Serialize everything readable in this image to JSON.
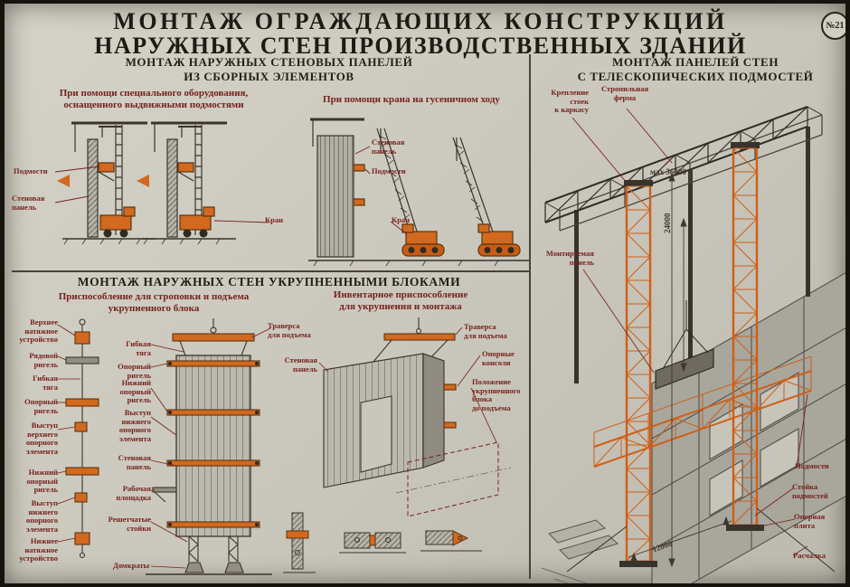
{
  "page": {
    "badge": "№21",
    "title_line1": "МОНТАЖ ОГРАЖДАЮЩИХ КОНСТРУКЦИЙ",
    "title_line2": "НАРУЖНЫХ СТЕН ПРОИЗВОДСТВЕННЫХ ЗДАНИЙ"
  },
  "colors": {
    "accent_orange": "#d2691e",
    "label_red": "#76221c",
    "panel_gray": "#a9a69c",
    "ink": "#3a342c"
  },
  "prefab": {
    "heading_line1": "МОНТАЖ НАРУЖНЫХ СТЕНОВЫХ ПАНЕЛЕЙ",
    "heading_line2": "ИЗ СБОРНЫХ ЭЛЕМЕНТОВ",
    "left": {
      "caption": "При помощи специального оборудования,\nоснащенного выдвижными подмостями",
      "labels": {
        "podmosti": "Подмости",
        "panel": "Стеновая\nпанель",
        "kran": "Кран"
      }
    },
    "right": {
      "caption": "При помощи крана на гусеничном ходу",
      "labels": {
        "panel": "Стеновая\nпанель",
        "podmosti": "Подмости",
        "kran": "Кран"
      }
    }
  },
  "blocks": {
    "heading": "МОНТАЖ НАРУЖНЫХ СТЕН УКРУПНЕННЫМИ БЛОКАМИ",
    "left": {
      "caption": "Приспособление для строповки и подъема\nукрупненного блока",
      "col1": {
        "verh_natyazh": "Верхнее\nнатяжное\nустройство",
        "ryadovoy": "Рядовой\nригель",
        "gibkaya": "Гибкая\nтяга",
        "oporny": "Опорный\nригель",
        "vystup_verh": "Выступ\nверхнего\nопорного\nэлемента",
        "nizhny_oporny": "Нижний\nопорный\nригель",
        "vystup_nizh": "Выступ\nнижнего\nопорного\nэлемента",
        "nizh_natyazh": "Нижнее\nнатяжное\nустройство"
      },
      "col2": {
        "gibkaya": "Гибкая\nтяга",
        "oporny": "Опорный\nригель",
        "nizhny_oporny": "Нижний\nопорный\nригель",
        "vystup_nizh": "Выступ\nнижнего\nопорного\nэлемента",
        "panel": "Стеновая\nпанель",
        "ploshchadka": "Рабочая\nплощадка",
        "stoyki": "Решетчатые\nстойки",
        "domkraty": "Домкраты"
      },
      "traversa": "Траверса\nдля подъема"
    },
    "right": {
      "caption": "Инвентарное приспособление\nдля укрупнения и монтажа",
      "labels": {
        "traversa": "Траверса\nдля подъема",
        "panel": "Стеновая\nпанель",
        "konsoli": "Опорные\nконсоли",
        "polozhenie": "Положение\nукрупненного\nблока\nдо подъема"
      }
    }
  },
  "telescopic": {
    "heading_line1": "МОНТАЖ ПАНЕЛЕЙ СТЕН",
    "heading_line2": "С ТЕЛЕСКОПИЧЕСКИХ ПОДМОСТЕЙ",
    "labels": {
      "kreplenie": "Крепление\nстоек\nк каркасу",
      "ferma": "Стропильная\nферма",
      "panel": "Монтируемая\nпанель",
      "podmosti": "Подмости",
      "stoyka": "Стойка\nподмостей",
      "plita": "Опорная\nплита",
      "raschalka": "Расчалка"
    },
    "dims": {
      "max36000": "мах 36000",
      "d24000": "24000",
      "d12000": "12000"
    }
  }
}
